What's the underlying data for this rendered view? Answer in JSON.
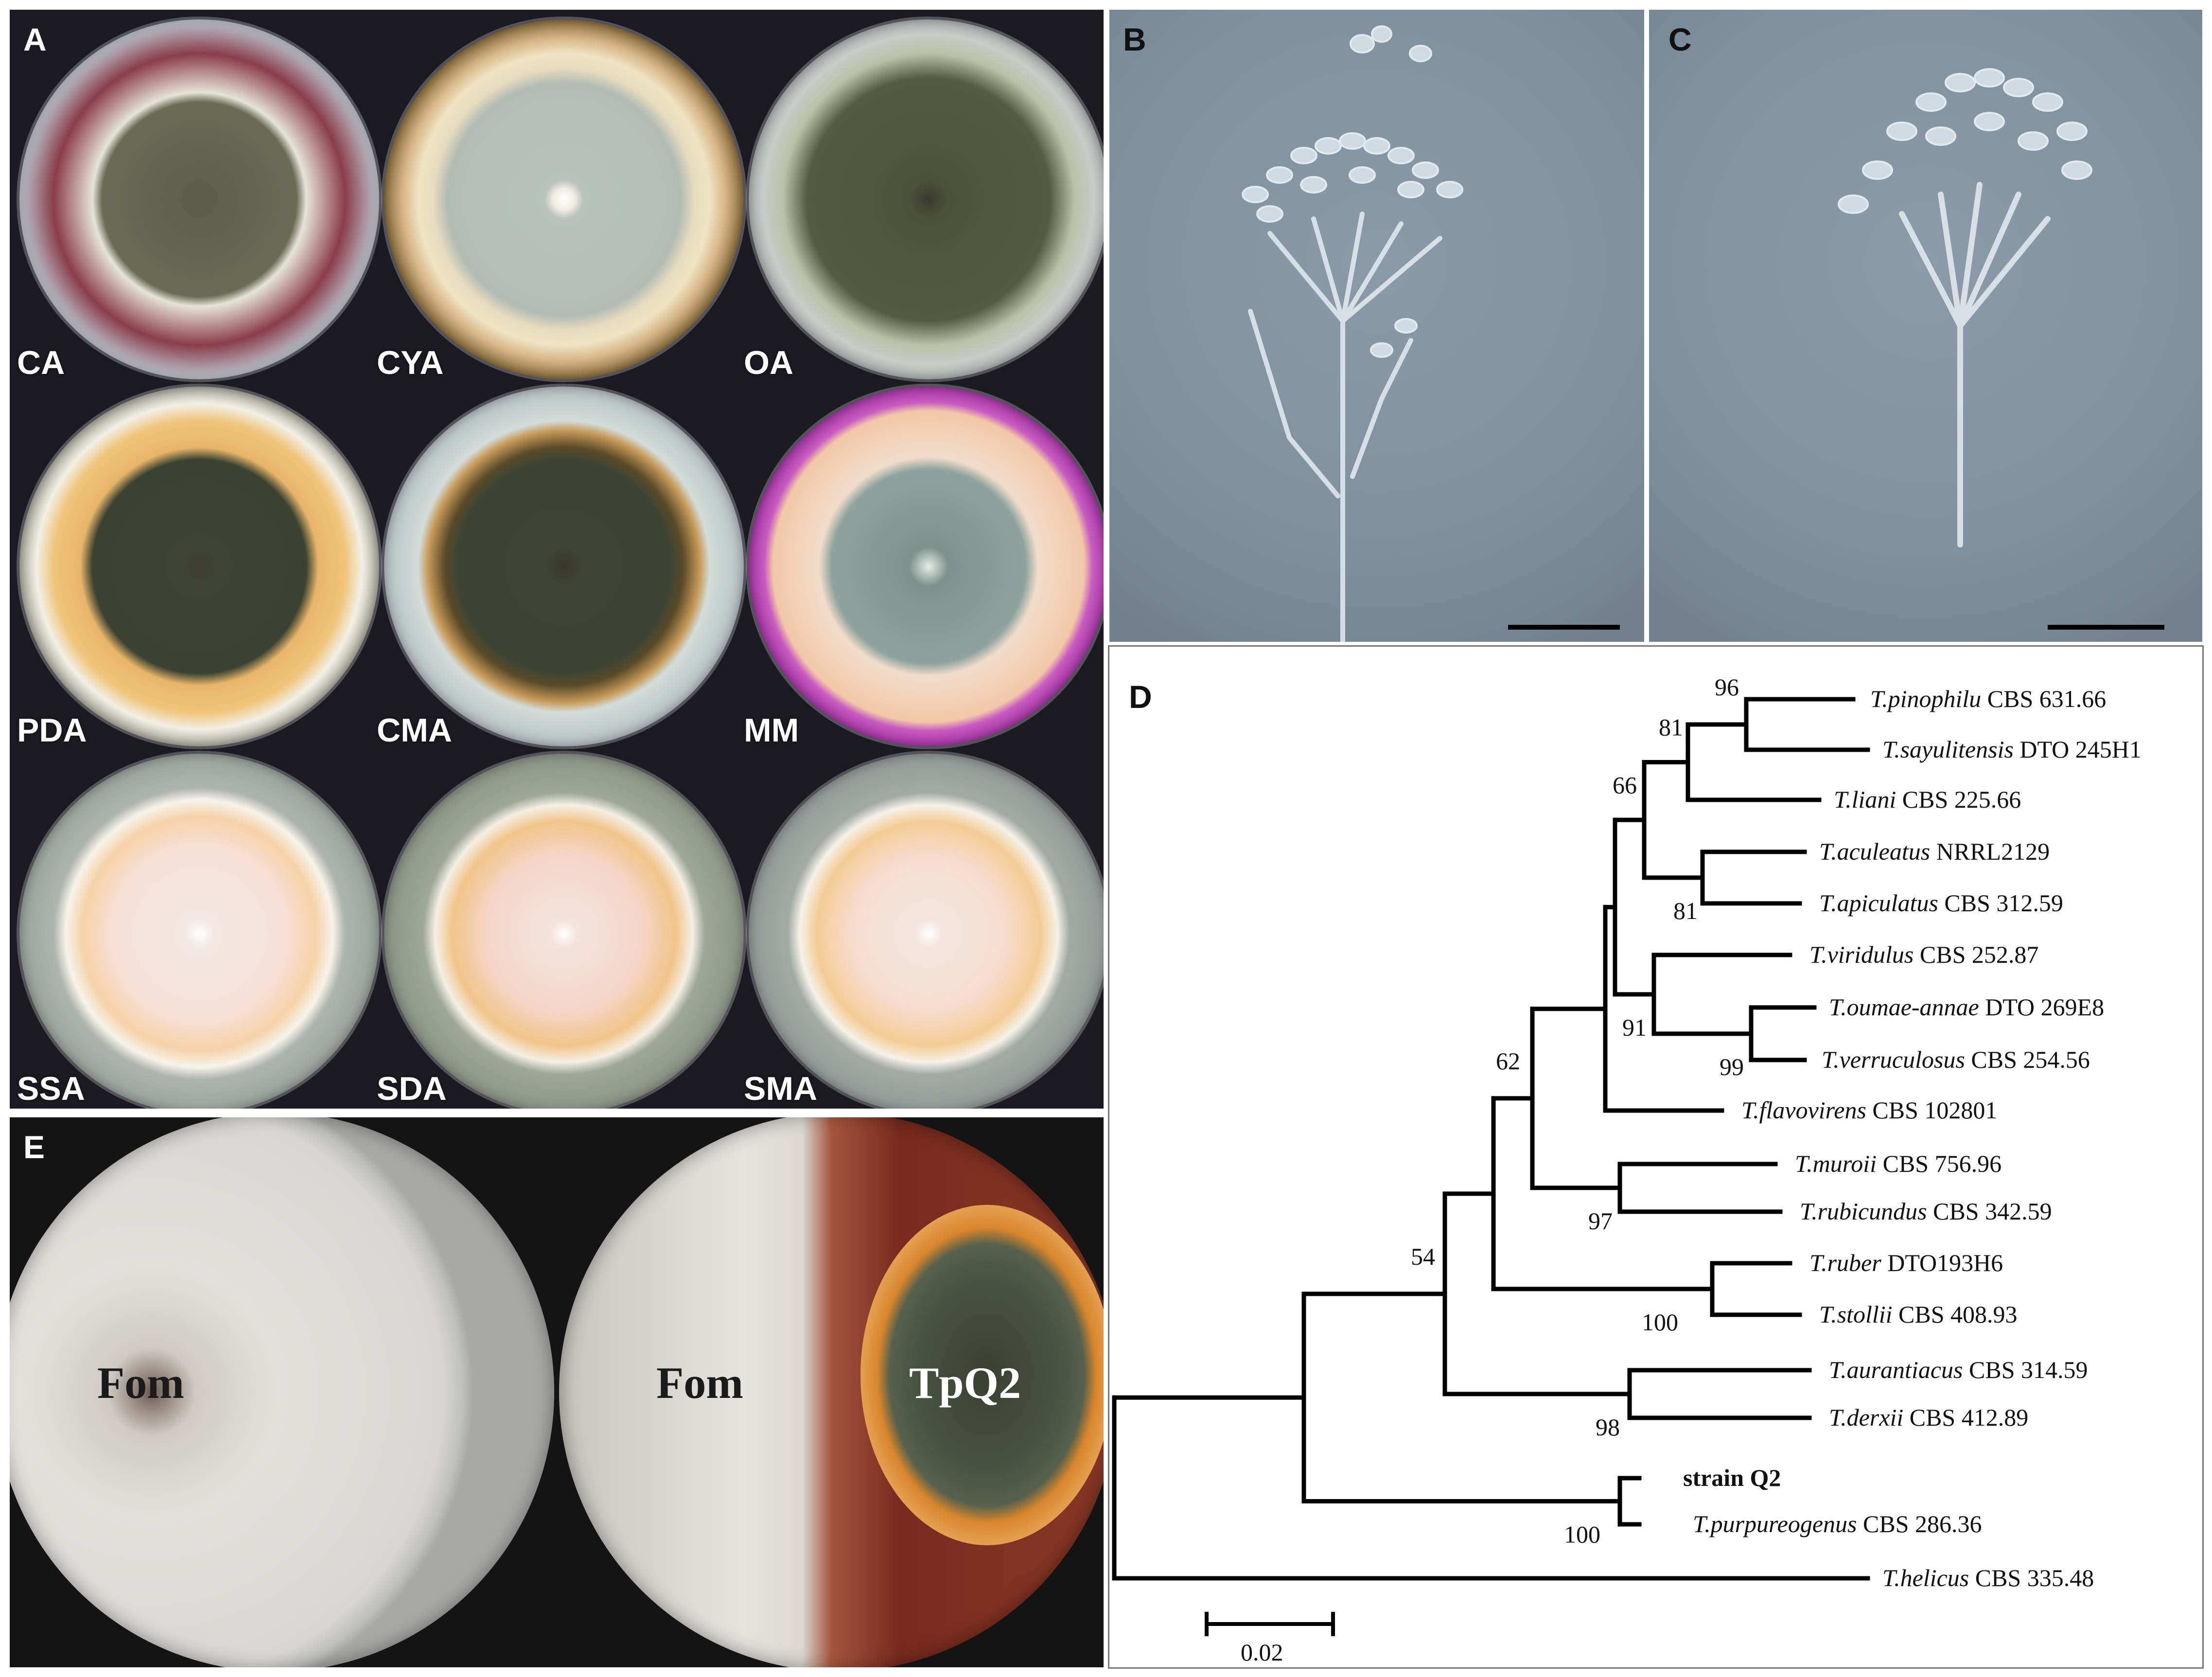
{
  "panels": {
    "a": {
      "label": "A"
    },
    "b": {
      "label": "B"
    },
    "c": {
      "label": "C"
    },
    "d": {
      "label": "D"
    },
    "e": {
      "label": "E"
    }
  },
  "media": [
    "CA",
    "CYA",
    "OA",
    "PDA",
    "CMA",
    "MM",
    "SSA",
    "SDA",
    "SMA"
  ],
  "dual_culture": {
    "left_label": "Fom",
    "right_label_1": "Fom",
    "right_label_2": "TpQ2"
  },
  "tree": {
    "scale_label": "0.02",
    "taxa": [
      {
        "italic": "T.pinophilu",
        "rest": " CBS 631.66"
      },
      {
        "italic": "T.sayulitensis",
        "rest": " DTO 245H1"
      },
      {
        "italic": "T.liani",
        "rest": " CBS 225.66"
      },
      {
        "italic": "T.aculeatus",
        "rest": " NRRL2129"
      },
      {
        "italic": "T.apiculatus",
        "rest": " CBS 312.59"
      },
      {
        "italic": "T.viridulus",
        "rest": " CBS 252.87"
      },
      {
        "italic": "T.oumae-annae",
        "rest": " DTO 269E8"
      },
      {
        "italic": "T.verruculosus",
        "rest": " CBS 254.56"
      },
      {
        "italic": "T.flavovirens",
        "rest": " CBS 102801"
      },
      {
        "italic": "T.muroii",
        "rest": " CBS 756.96"
      },
      {
        "italic": "T.rubicundus",
        "rest": " CBS 342.59"
      },
      {
        "italic": "T.ruber",
        "rest": " DTO193H6"
      },
      {
        "italic": "T.stollii",
        "rest": " CBS 408.93"
      },
      {
        "italic": "T.aurantiacus",
        "rest": " CBS 314.59"
      },
      {
        "italic": "T.derxii",
        "rest": " CBS 412.89"
      },
      {
        "bold": "strain Q2"
      },
      {
        "italic": "T.purpureogenus",
        "rest": " CBS 286.36"
      },
      {
        "italic": "T.helicus",
        "rest": " CBS 335.48"
      }
    ],
    "bootstraps": [
      "96",
      "81",
      "66",
      "81",
      "91",
      "99",
      "62",
      "97",
      "54",
      "100",
      "98",
      "100"
    ]
  }
}
